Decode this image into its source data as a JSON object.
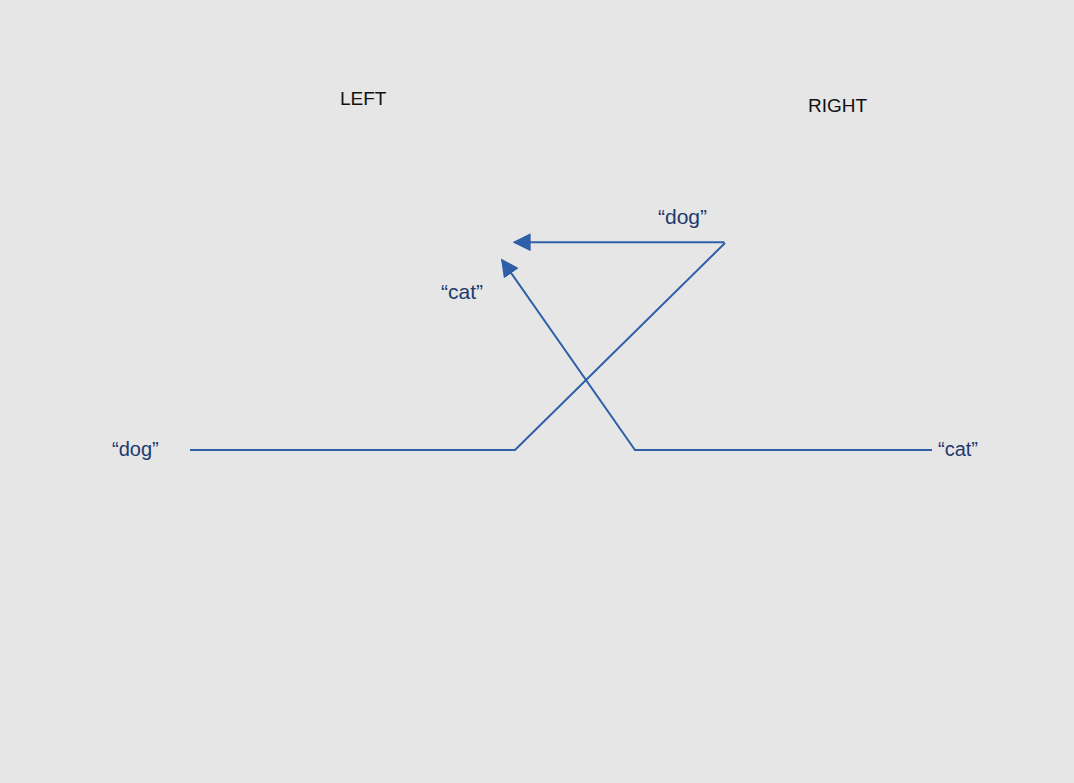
{
  "diagram": {
    "nodes": [
      {
        "text": [
          "“cat”"
        ]
      },
      {
        "text": [
          "“dog”"
        ]
      }
    ],
    "edges": [
      {
        "from": 1,
        "to": 0,
        "arrow": "to"
      }
    ],
    "labels": [
      "LEFT",
      "RIGHT",
      "“dog”",
      "“cat”"
    ]
  }
}
